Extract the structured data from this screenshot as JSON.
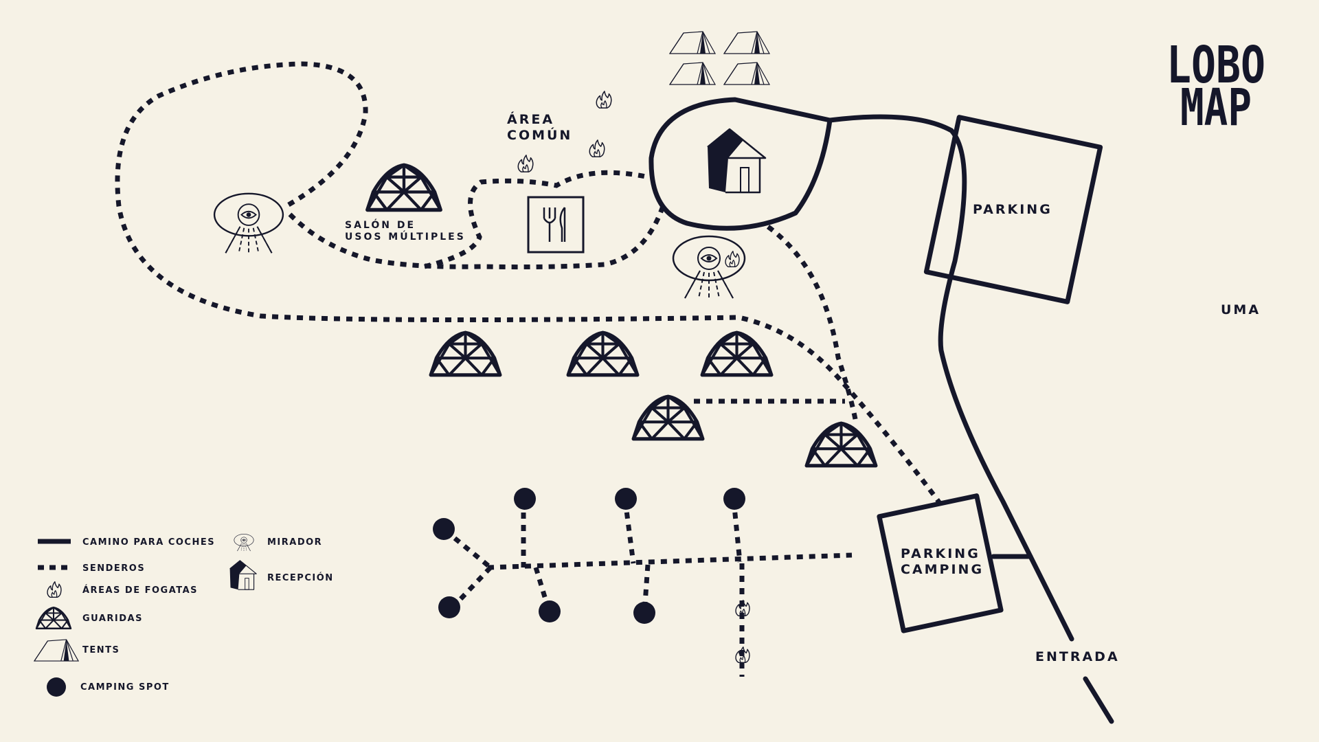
{
  "logo": {
    "line1": "LOBO",
    "line2": "MAP"
  },
  "labels": {
    "area_comun_1": "ÁREA",
    "area_comun_2": "COMÚN",
    "salon_1": "SALÓN DE",
    "salon_2": "USOS MÚLTIPLES",
    "parking": "PARKING",
    "parking_camping_1": "PARKING",
    "parking_camping_2": "CAMPING",
    "uma": "UMA",
    "entrada": "ENTRADA"
  },
  "legend": {
    "road": "CAMINO PARA COCHES",
    "trails": "SENDEROS",
    "fire": "ÁREAS DE FOGATAS",
    "dens": "GUARIDAS",
    "tents": "TENTS",
    "camping_spot": "CAMPING SPOT",
    "mirador": "MIRADOR",
    "reception": "RECEPCIÓN"
  },
  "icons": [
    "dome-icon",
    "tent-icon",
    "fire-icon",
    "mirador-icon",
    "house-icon",
    "restaurant-icon",
    "camping-spot-icon"
  ],
  "colors": {
    "background": "#f6f2e6",
    "ink": "#15172a"
  }
}
